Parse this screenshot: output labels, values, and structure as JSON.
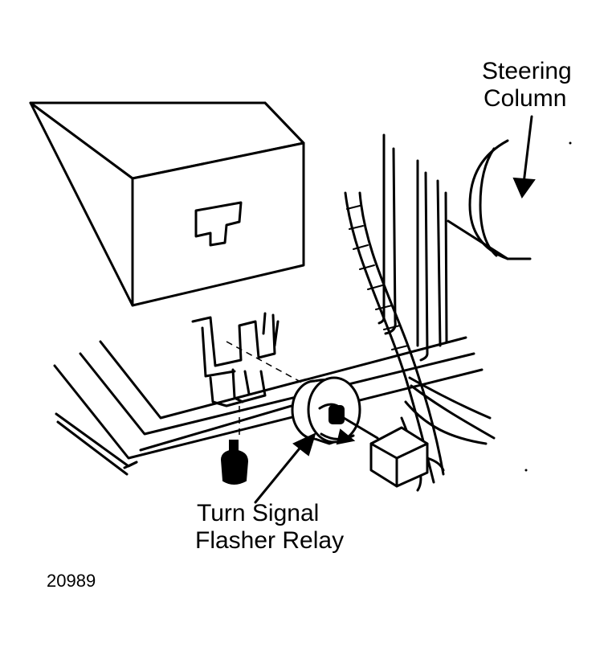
{
  "labels": {
    "steering_line1": "Steering",
    "steering_line2": "Column",
    "relay_line1": "Turn Signal",
    "relay_line2": "Flasher Relay",
    "figure_number": "20989"
  },
  "colors": {
    "ink": "#000000",
    "paper": "#ffffff"
  }
}
